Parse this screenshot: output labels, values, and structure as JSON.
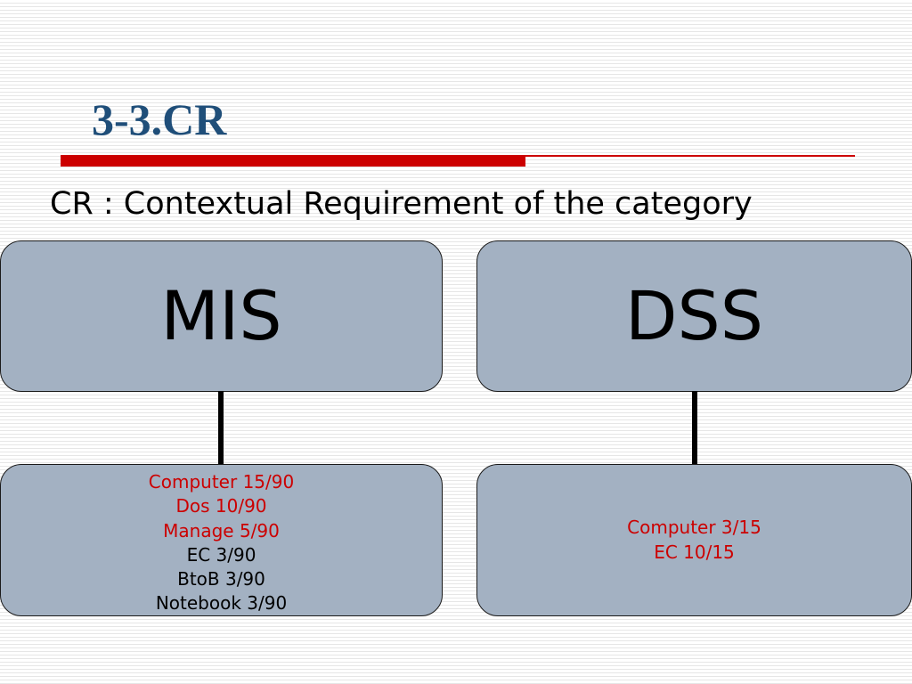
{
  "slide": {
    "title": "3-3.CR",
    "subtitle": "CR : Contextual Requirement of the category"
  },
  "nodes": {
    "mis": {
      "label": "MIS",
      "items": [
        {
          "text": "Computer 15/90",
          "highlight": true
        },
        {
          "text": "Dos 10/90",
          "highlight": true
        },
        {
          "text": "Manage 5/90",
          "highlight": true
        },
        {
          "text": "EC 3/90",
          "highlight": false
        },
        {
          "text": "BtoB 3/90",
          "highlight": false
        },
        {
          "text": "Notebook 3/90",
          "highlight": false
        }
      ]
    },
    "dss": {
      "label": "DSS",
      "items": [
        {
          "text": "Computer 3/15",
          "highlight": true
        },
        {
          "text": "EC 10/15",
          "highlight": true
        }
      ]
    }
  },
  "colors": {
    "title": "#1f4e79",
    "rule": "#cc0000",
    "box_fill": "#a3b1c2",
    "highlight_text": "#cc0000",
    "normal_text": "#000000"
  }
}
